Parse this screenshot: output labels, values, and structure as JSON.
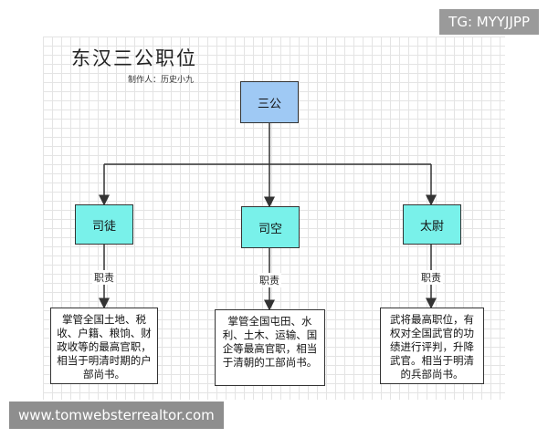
{
  "title": "东汉三公职位",
  "author": "制作人：历史小九",
  "root": {
    "label": "三公"
  },
  "children": [
    {
      "label": "司徒",
      "duty_label": "职责",
      "description": "掌管全国土地、税收、户籍、粮饷、财政收等的最高官职，相当于明清时期的户部尚书。"
    },
    {
      "label": "司空",
      "duty_label": "职责",
      "description": "掌管全国屯田、水利、土木、运输、国企等最高官职，相当于清朝的工部尚书。"
    },
    {
      "label": "太尉",
      "duty_label": "职责",
      "description": "武将最高职位，有权对全国武官的功绩进行评判，升降武官。相当于明清的兵部尚书。"
    }
  ],
  "watermarks": {
    "top_right": "TG: MYYJJPP",
    "bottom_left": "www.tomwebsterrealtor.com"
  }
}
